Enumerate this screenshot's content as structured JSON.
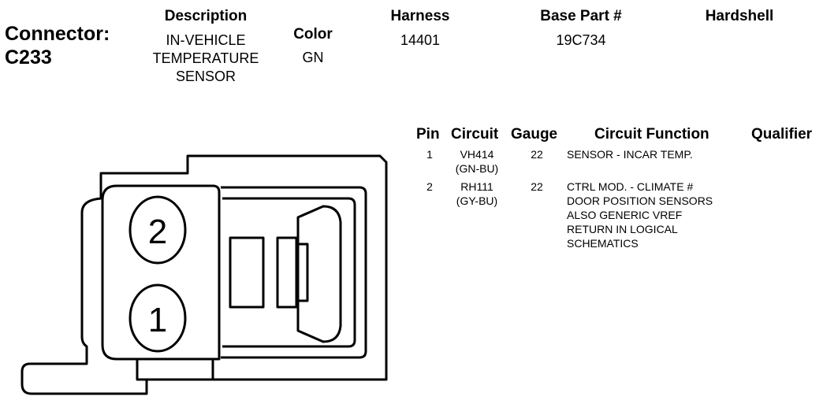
{
  "connector": {
    "label": "Connector:",
    "id": "C233"
  },
  "header": {
    "description_label": "Description",
    "description_lines": [
      "IN-VEHICLE",
      "TEMPERATURE",
      "SENSOR"
    ],
    "color_label": "Color",
    "color_value": "GN",
    "harness_label": "Harness",
    "harness_value": "14401",
    "base_part_label": "Base Part #",
    "base_part_value": "19C734",
    "hardshell_label": "Hardshell"
  },
  "pin_table": {
    "columns": [
      "Pin",
      "Circuit",
      "Gauge",
      "Circuit Function",
      "Qualifier"
    ],
    "rows": [
      {
        "pin": "1",
        "circuit": [
          "VH414",
          "(GN-BU)"
        ],
        "gauge": "22",
        "function": [
          "SENSOR - INCAR TEMP."
        ],
        "qualifier": ""
      },
      {
        "pin": "2",
        "circuit": [
          "RH111",
          "(GY-BU)"
        ],
        "gauge": "22",
        "function": [
          "CTRL MOD. - CLIMATE #",
          "DOOR POSITION SENSORS",
          "ALSO GENERIC VREF",
          "RETURN IN LOGICAL",
          "SCHEMATICS"
        ],
        "qualifier": ""
      }
    ]
  },
  "diagram": {
    "pin_labels": [
      "2",
      "1"
    ]
  }
}
